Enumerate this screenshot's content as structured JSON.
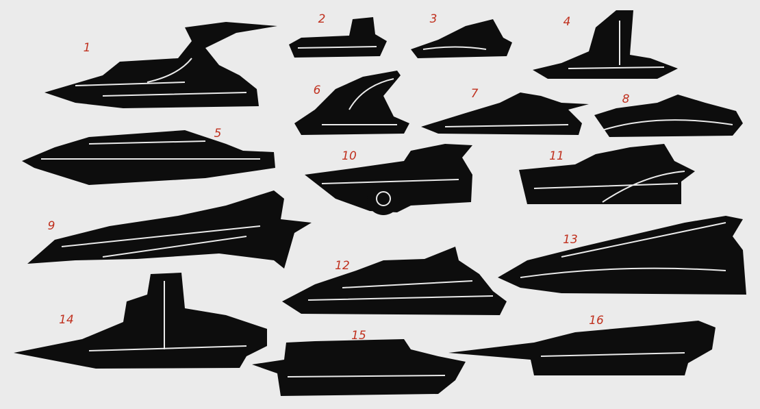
{
  "sheet": {
    "labels": [
      "1",
      "2",
      "3",
      "4",
      "5",
      "6",
      "7",
      "8",
      "9",
      "10",
      "11",
      "12",
      "13",
      "14",
      "15",
      "16"
    ],
    "label_color": "#c0311f",
    "background": "#ebebeb"
  }
}
